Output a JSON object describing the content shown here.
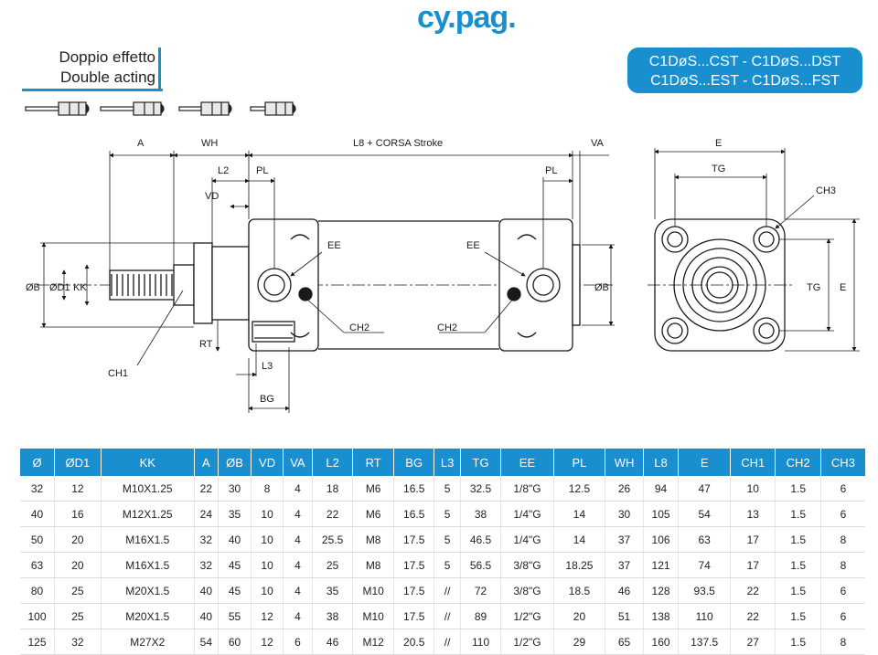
{
  "brand": {
    "logo": "cy.pag."
  },
  "title": {
    "line1": "Doppio effetto",
    "line2": "Double acting"
  },
  "models": {
    "line1": "C1DøS...CST - C1DøS...DST",
    "line2": "C1DøS...EST - C1DøS...FST"
  },
  "drawing_labels": {
    "A": "A",
    "WH": "WH",
    "L8": "L8 + CORSA Stroke",
    "VA": "VA",
    "L2": "L2",
    "PL": "PL",
    "VD": "VD",
    "EE": "EE",
    "OB": "ØB",
    "OD1": "ØD1",
    "KK": "KK",
    "RT": "RT",
    "CH1": "CH1",
    "CH2": "CH2",
    "CH3": "CH3",
    "L3": "L3",
    "BG": "BG",
    "E": "E",
    "TG": "TG"
  },
  "table": {
    "headers": [
      "Ø",
      "ØD1",
      "KK",
      "A",
      "ØB",
      "VD",
      "VA",
      "L2",
      "RT",
      "BG",
      "L3",
      "TG",
      "EE",
      "PL",
      "WH",
      "L8",
      "E",
      "CH1",
      "CH2",
      "CH3"
    ],
    "rows": [
      [
        "32",
        "12",
        "M10X1.25",
        "22",
        "30",
        "8",
        "4",
        "18",
        "M6",
        "16.5",
        "5",
        "32.5",
        "1/8\"G",
        "12.5",
        "26",
        "94",
        "47",
        "10",
        "1.5",
        "6"
      ],
      [
        "40",
        "16",
        "M12X1.25",
        "24",
        "35",
        "10",
        "4",
        "22",
        "M6",
        "16.5",
        "5",
        "38",
        "1/4\"G",
        "14",
        "30",
        "105",
        "54",
        "13",
        "1.5",
        "6"
      ],
      [
        "50",
        "20",
        "M16X1.5",
        "32",
        "40",
        "10",
        "4",
        "25.5",
        "M8",
        "17.5",
        "5",
        "46.5",
        "1/4\"G",
        "14",
        "37",
        "106",
        "63",
        "17",
        "1.5",
        "8"
      ],
      [
        "63",
        "20",
        "M16X1.5",
        "32",
        "45",
        "10",
        "4",
        "25",
        "M8",
        "17.5",
        "5",
        "56.5",
        "3/8\"G",
        "18.25",
        "37",
        "121",
        "74",
        "17",
        "1.5",
        "8"
      ],
      [
        "80",
        "25",
        "M20X1.5",
        "40",
        "45",
        "10",
        "4",
        "35",
        "M10",
        "17.5",
        "//",
        "72",
        "3/8\"G",
        "18.5",
        "46",
        "128",
        "93.5",
        "22",
        "1.5",
        "6"
      ],
      [
        "100",
        "25",
        "M20X1.5",
        "40",
        "55",
        "12",
        "4",
        "38",
        "M10",
        "17.5",
        "//",
        "89",
        "1/2\"G",
        "20",
        "51",
        "138",
        "110",
        "22",
        "1.5",
        "6"
      ],
      [
        "125",
        "32",
        "M27X2",
        "54",
        "60",
        "12",
        "6",
        "46",
        "M12",
        "20.5",
        "//",
        "110",
        "1/2\"G",
        "29",
        "65",
        "160",
        "137.5",
        "27",
        "1.5",
        "8"
      ]
    ]
  }
}
